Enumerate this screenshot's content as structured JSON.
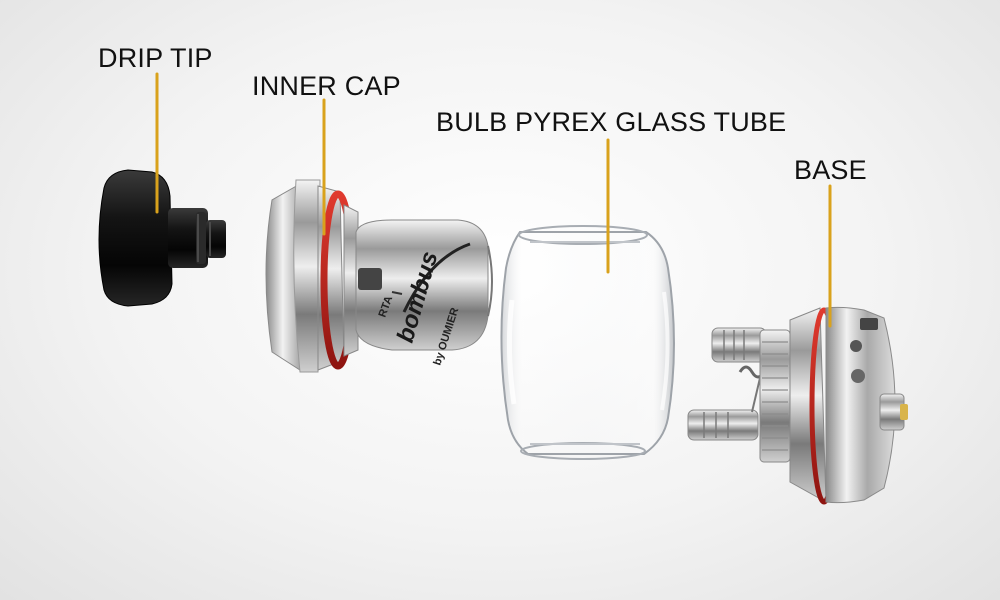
{
  "diagram": {
    "callouts": [
      {
        "id": "drip-tip",
        "text": "DRIP TIP"
      },
      {
        "id": "inner-cap",
        "text": "INNER CAP"
      },
      {
        "id": "bulb-pyrex-glass-tube",
        "text": "BULB PYREX GLASS TUBE"
      },
      {
        "id": "base",
        "text": "BASE"
      }
    ],
    "leader_color": "#d9a21c",
    "product_branding": {
      "series_mark": "RTA",
      "logo_word": "bombus",
      "maker_line": "by OUMIER"
    }
  }
}
